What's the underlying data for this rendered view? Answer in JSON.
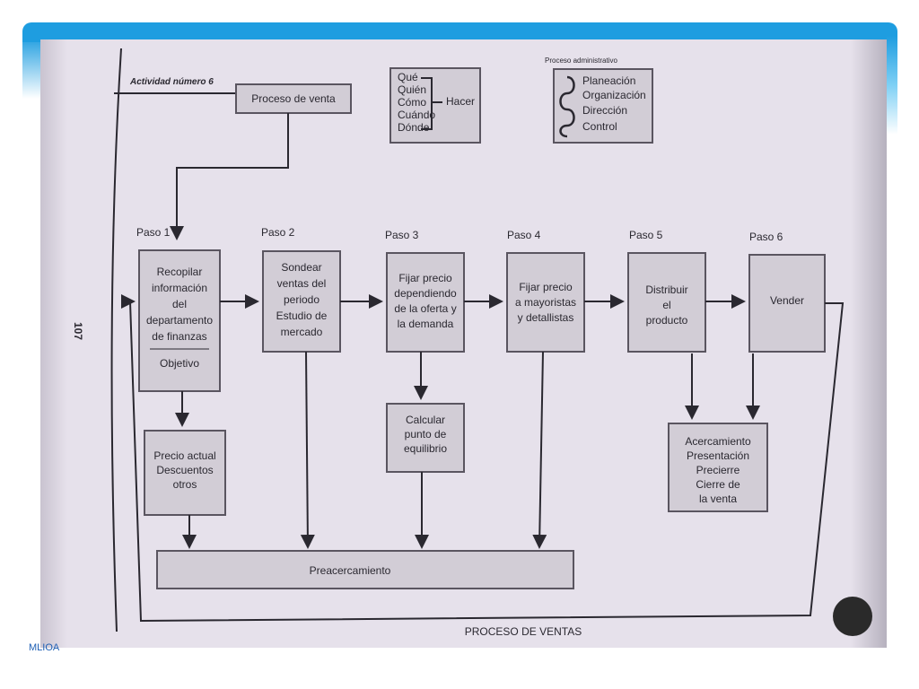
{
  "watermark": "MLIOA",
  "diagram": {
    "activity_label": "Actividad número 6",
    "page_number": "107",
    "proceso_venta": "Proceso de venta",
    "hacer": {
      "items": [
        "Qué",
        "Quién",
        "Cómo",
        "Cuándo",
        "Dónde"
      ],
      "label": "Hacer"
    },
    "proceso_admin": {
      "title": "Proceso administrativo",
      "items": [
        "Planeación",
        "Organización",
        "Dirección",
        "Control"
      ]
    },
    "steps": [
      {
        "label": "Paso 1",
        "lines": [
          "Recopilar",
          "información",
          "del",
          "departamento",
          "de finanzas"
        ],
        "sub": "Objetivo"
      },
      {
        "label": "Paso 2",
        "lines": [
          "Sondear",
          "ventas del",
          "periodo",
          "Estudio de",
          "mercado"
        ]
      },
      {
        "label": "Paso 3",
        "lines": [
          "Fijar precio",
          "dependiendo",
          "de la oferta y",
          "la demanda"
        ]
      },
      {
        "label": "Paso 4",
        "lines": [
          "Fijar precio",
          "a mayoristas",
          "y detallistas"
        ]
      },
      {
        "label": "Paso 5",
        "lines": [
          "Distribuir",
          "el",
          "producto"
        ]
      },
      {
        "label": "Paso 6",
        "lines": [
          "Vender"
        ]
      }
    ],
    "precio_box": [
      "Precio actual",
      "Descuentos",
      "otros"
    ],
    "calcular_box": [
      "Calcular",
      "punto de",
      "equilibrio"
    ],
    "acercamiento_box": [
      "Acercamiento",
      "Presentación",
      "Precierre",
      "Cierre de",
      "la venta"
    ],
    "preacercamiento": "Preacercamiento",
    "footer": "PROCESO DE VENTAS"
  }
}
